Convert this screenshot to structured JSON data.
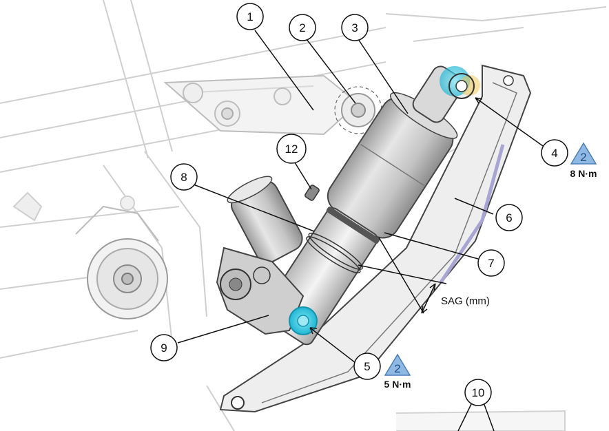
{
  "callouts": [
    "1",
    "2",
    "3",
    "4",
    "5",
    "6",
    "7",
    "8",
    "9",
    "10",
    "12"
  ],
  "torque": {
    "upper": {
      "step": "2",
      "value": "8 N·m"
    },
    "lower": {
      "step": "2",
      "value": "5 N·m"
    }
  },
  "sag_label": "SAG (mm)",
  "colors": {
    "frame_line": "#c9c9c9",
    "shock_body": "#cfcfcf",
    "highlight": "#3ec7e0",
    "torque_triangle": "#8fb8e3"
  }
}
